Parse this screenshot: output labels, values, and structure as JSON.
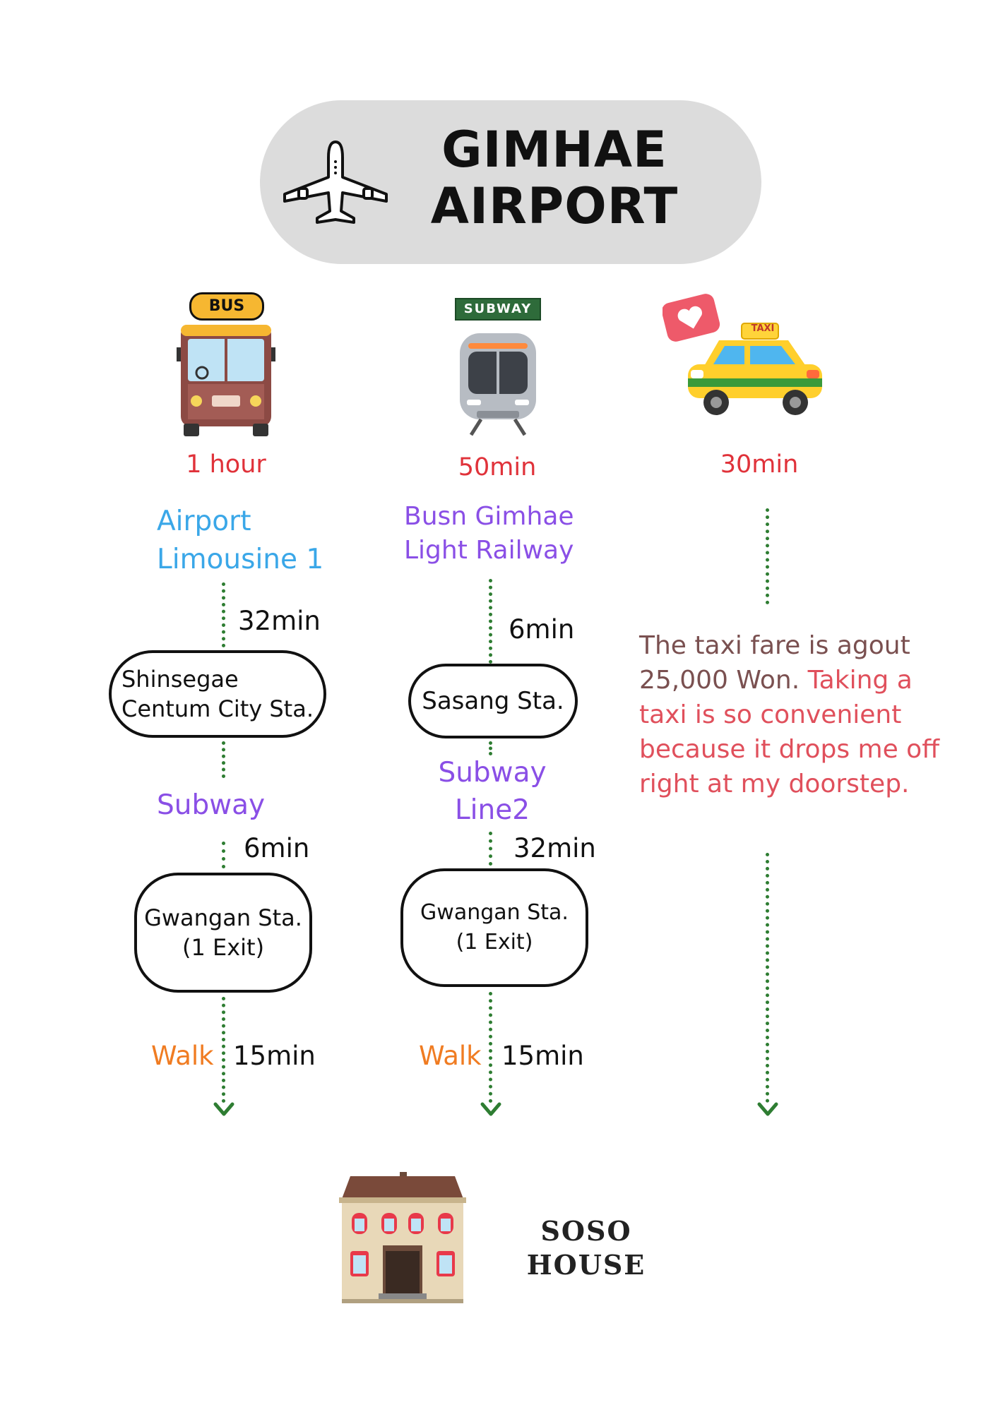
{
  "header": {
    "title_line1": "GIMHAE",
    "title_line2": "AIRPORT",
    "icon": "airplane-icon"
  },
  "bus": {
    "badge": "BUS",
    "total_time": "1 hour",
    "route_name": "Airport\nLimousine 1",
    "leg1_duration": "32min",
    "station1": "Shinsegae\nCentum City Sta.",
    "transfer_mode": "Subway",
    "leg2_duration": "6min",
    "station2": "Gwangan Sta.\n(1 Exit)",
    "walk_label": "Walk",
    "walk_duration": "15min"
  },
  "subway": {
    "badge": "SUBWAY",
    "total_time": "50min",
    "route_name": "Busn Gimhae\nLight Railway",
    "leg1_duration": "6min",
    "station1": "Sasang Sta.",
    "transfer_mode": "Subway\nLine2",
    "leg2_duration": "32min",
    "station2": "Gwangan Sta.\n(1 Exit)",
    "walk_label": "Walk",
    "walk_duration": "15min"
  },
  "taxi": {
    "badge": "TAXI",
    "total_time": "30min",
    "note_part1": "The taxi fare is agout 25,000 Won.",
    "note_part2": "Taking a taxi is so convenient because it drops me off right at my doorstep."
  },
  "destination": {
    "name_line1": "SOSO",
    "name_line2": "HOUSE"
  },
  "colors": {
    "time": "#e0323a",
    "route_blue": "#3aa7e8",
    "route_purple": "#8a4fe6",
    "walk": "#f07c22",
    "path": "#2e7d32",
    "header_bg": "#dcdcdc"
  }
}
